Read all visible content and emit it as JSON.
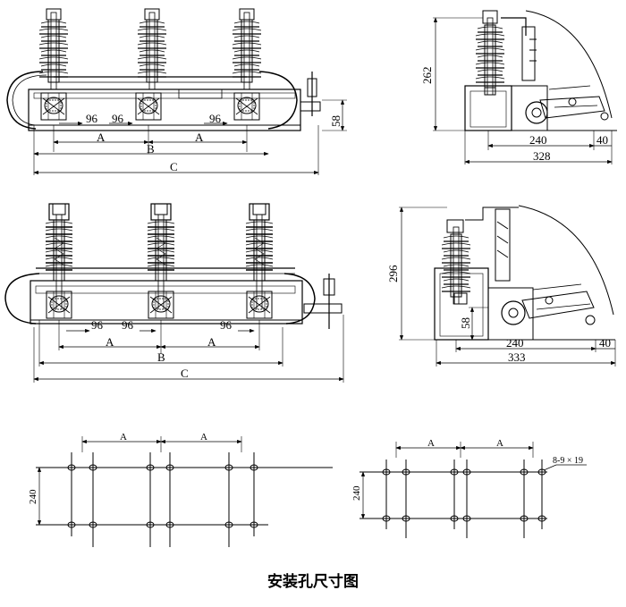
{
  "caption": "安装孔尺寸图",
  "top_front": {
    "d96_a": "96",
    "d96_b": "96",
    "d96_c": "96",
    "d58": "58",
    "A1": "A",
    "A2": "A",
    "B": "B",
    "C": "C"
  },
  "top_side": {
    "h": "262",
    "w240": "240",
    "w40": "40",
    "w328": "328"
  },
  "mid_front": {
    "d96_a": "96",
    "d96_b": "96",
    "d96_c": "96",
    "A1": "A",
    "A2": "A",
    "B": "B",
    "C": "C"
  },
  "mid_side": {
    "h": "296",
    "d58": "58",
    "w240": "240",
    "w40": "40",
    "w333": "333"
  },
  "holes_left": {
    "A1": "A",
    "A2": "A",
    "h240": "240"
  },
  "holes_right": {
    "A1": "A",
    "A2": "A",
    "h240": "240",
    "slot": "8-9 × 19"
  }
}
